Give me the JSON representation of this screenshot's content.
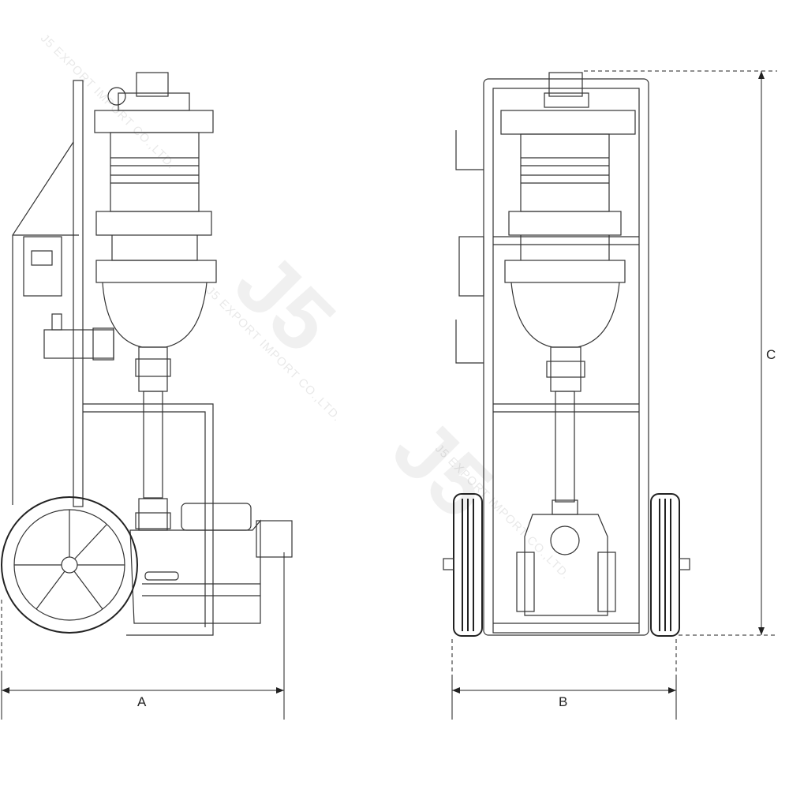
{
  "dimensions": {
    "a_label": "A",
    "b_label": "B",
    "c_label": "C"
  },
  "watermark": {
    "logo": "J5",
    "text": "J5 EXPORT IMPORT CO.,LTD."
  },
  "colors": {
    "line": "#222222",
    "background": "#ffffff"
  }
}
